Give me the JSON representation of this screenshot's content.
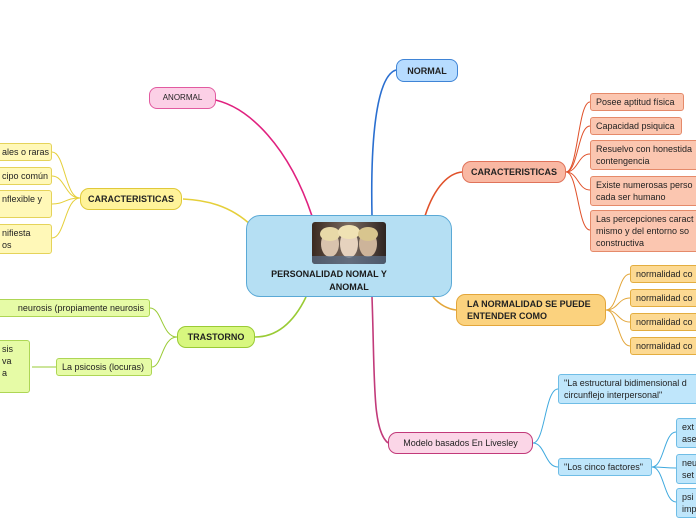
{
  "central": {
    "title_line1": "PERSONALIDAD NOMAL Y",
    "title_line2": "ANOMAL",
    "image": "faces-photo"
  },
  "anormal": {
    "label": "ANORMAL"
  },
  "normal": {
    "label": "NORMAL"
  },
  "left_caracteristicas": {
    "label": "CARACTERISTICAS",
    "items": [
      "ales o raras",
      "cipo común",
      "nflexible y",
      "nifiesta\nos"
    ]
  },
  "trastorno": {
    "label": "TRASTORNO",
    "neurosis": "neurosis (propiamente neurosis",
    "psicosis": "La psicosis (locuras)",
    "psicosis_child": "sis\nva\na"
  },
  "right_caracteristicas": {
    "label": "CARACTERISTICAS",
    "items": [
      "Posee aptitud física",
      "Capacidad psiquica",
      "Resuelvo con honestida\ncontengencia",
      "Existe numerosas perso\ncada ser humano",
      "Las percepciones caract\nmismo y del entorno so\nconstructiva"
    ]
  },
  "normalidad": {
    "label": "LA NORMALIDAD SE PUEDE ENTENDER COMO",
    "items": [
      "normalidad co",
      "normalidad co",
      "normalidad co",
      "normalidad co"
    ]
  },
  "modelo": {
    "label": "Modelo basados En Livesley",
    "estructural": "\"La estructural bidimensional d\ncircunflejo interpersonal\"",
    "cinco": "\"Los cinco factores\"",
    "cinco_items": [
      "ext\nase",
      "neu\nset",
      "psi\nimp"
    ]
  },
  "colors": {
    "anormal_line": "#e0217f",
    "normal_line": "#2a6fd0",
    "left_car_line": "#e5cf3a",
    "trastorno_line": "#9acb35",
    "right_car_line": "#e0512a",
    "normalidad_line": "#e3a63a",
    "modelo_line": "#3fa9de"
  }
}
